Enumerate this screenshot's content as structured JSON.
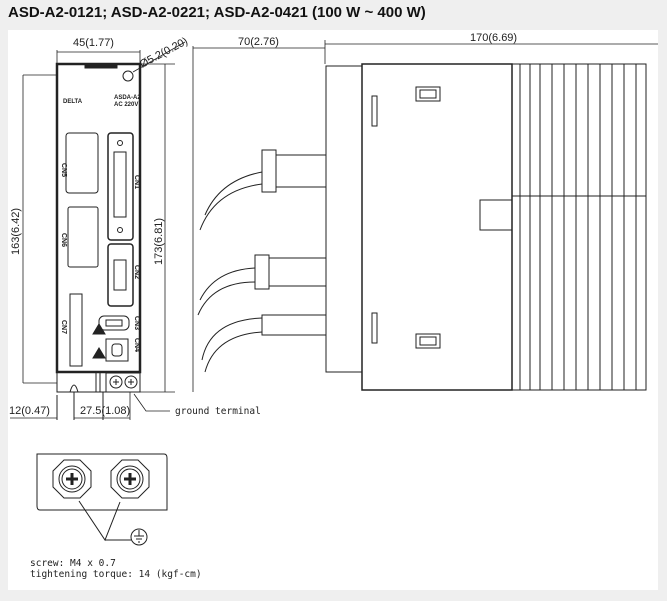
{
  "title": "ASD-A2-0121; ASD-A2-0221; ASD-A2-0421 (100 W ~ 400 W)",
  "dimensions": {
    "width_front": "45(1.77)",
    "hole_diameter": "Ø5.2(0.20)",
    "depth_front": "70(2.76)",
    "depth_rear": "170(6.69)",
    "height_mount": "163(6.42)",
    "height_total": "173(6.81)",
    "offset_left": "12(0.47)",
    "offset_terminal": "27.5(1.08)"
  },
  "connectors": {
    "cn1": "CN1",
    "cn2": "CN2",
    "cn3": "CN3",
    "cn4": "CN4",
    "cn5": "CN5",
    "cn6": "CN6",
    "cn7": "CN7"
  },
  "front_labels": {
    "brand": "DELTA",
    "model": "ASDA-A2",
    "voltage": "AC 220V"
  },
  "ground_terminal_label": "ground terminal",
  "notes": {
    "screw": "screw: M4 x 0.7",
    "torque": "tightening torque: 14 (kgf-cm)"
  }
}
